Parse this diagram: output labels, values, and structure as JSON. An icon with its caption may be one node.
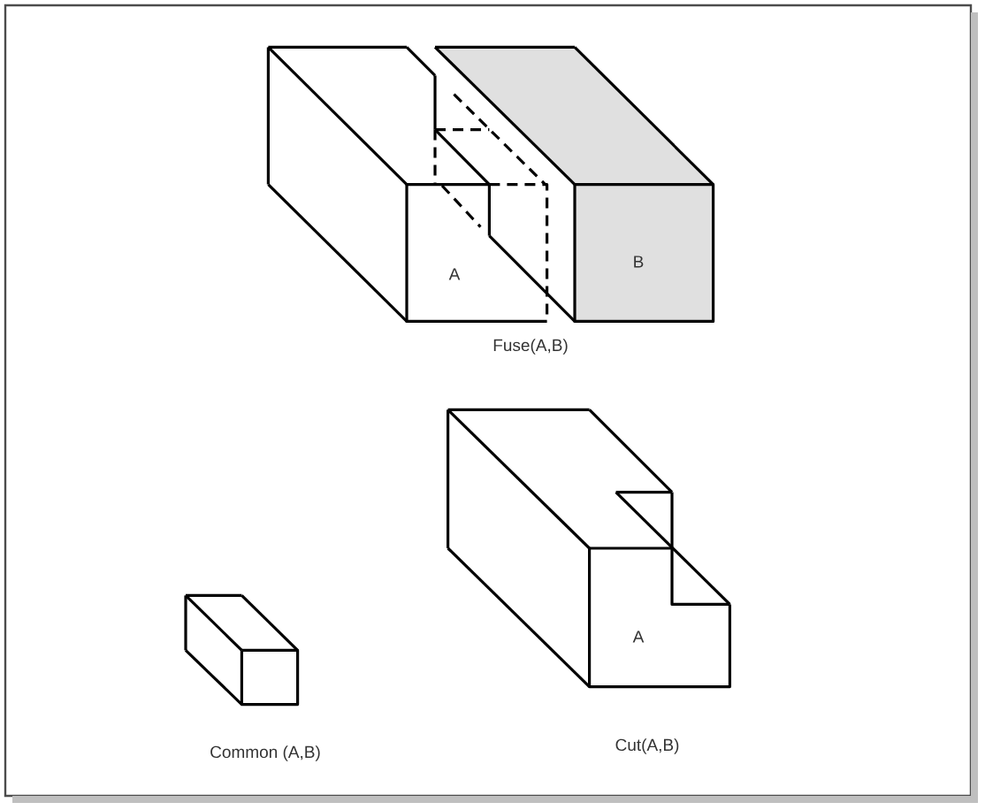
{
  "diagram": {
    "labels": [
      "A",
      "B",
      "Fuse(A,B)",
      "A",
      "Common (A,B)",
      "Cut(A,B)"
    ]
  }
}
